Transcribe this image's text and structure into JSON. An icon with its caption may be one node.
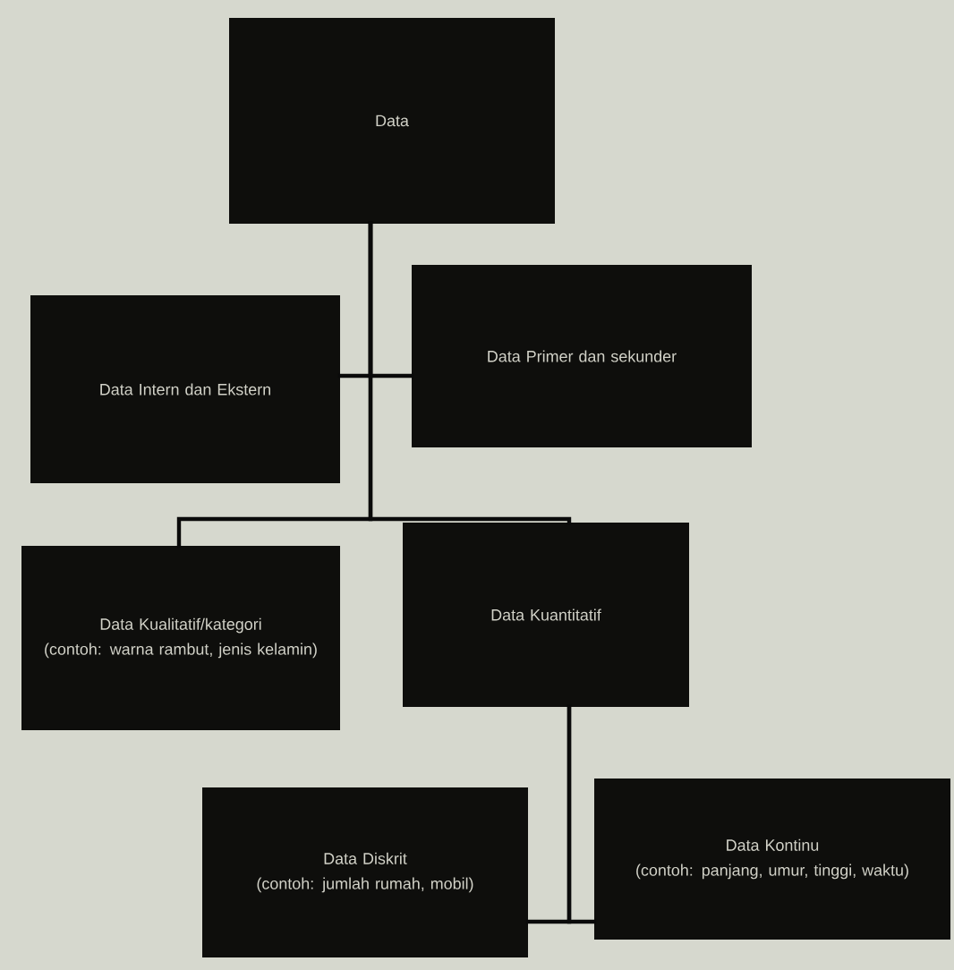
{
  "diagram": {
    "nodes": [
      {
        "text": [
          "Data"
        ]
      },
      {
        "text": [
          "Data Intern dan Ekstern"
        ]
      },
      {
        "text": [
          "Data Primer dan sekunder"
        ]
      },
      {
        "text": [
          "Data Kualitatif/kategori",
          "(contoh: warna rambut, jenis kelamin)"
        ]
      },
      {
        "text": [
          "Data Kuantitatif"
        ]
      },
      {
        "text": [
          "Data Diskrit",
          "(contoh: jumlah rumah, mobil)"
        ]
      },
      {
        "text": [
          "Data Kontinu",
          "(contoh: panjang, umur, tinggi, waktu)"
        ]
      }
    ],
    "edges": [
      {
        "from": 0,
        "to": 1,
        "arrow": "none"
      },
      {
        "from": 0,
        "to": 2,
        "arrow": "none"
      },
      {
        "from": 0,
        "to": 3,
        "arrow": "none"
      },
      {
        "from": 0,
        "to": 4,
        "arrow": "none"
      },
      {
        "from": 4,
        "to": 5,
        "arrow": "none"
      },
      {
        "from": 4,
        "to": 6,
        "arrow": "none"
      }
    ]
  }
}
